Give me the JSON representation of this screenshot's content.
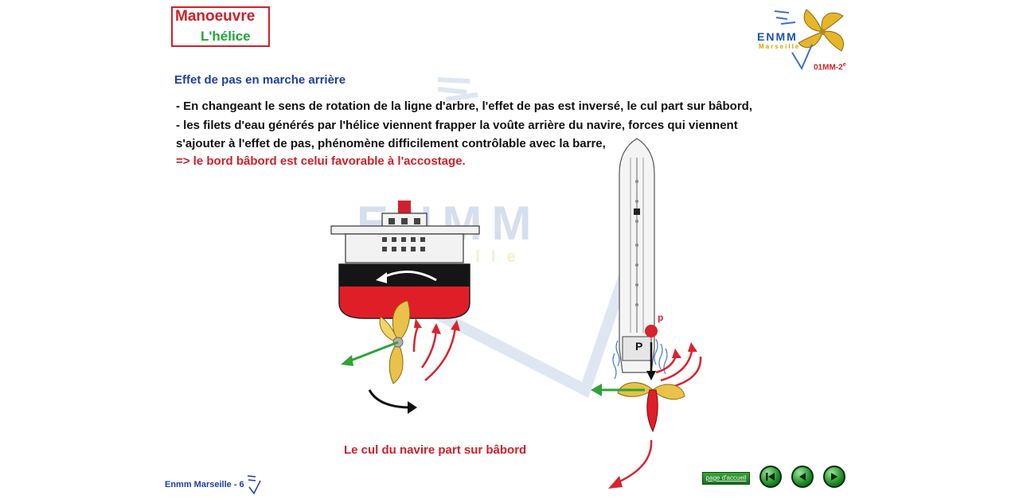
{
  "header": {
    "title": "Manoeuvre",
    "subtitle": "L'hélice",
    "logo_text": "ENMM",
    "logo_sub": "Marseille",
    "slide_code": "01MM-2",
    "slide_code_sup": "e"
  },
  "content": {
    "heading": "Effet de pas en marche arrière",
    "lines": [
      "- En changeant le sens de rotation de la ligne d'arbre, l'effet de pas est inversé, le cul part  sur bâbord,",
      "- les filets d'eau générés par l'hélice viennent frapper la voûte arrière du navire, forces qui viennent",
      "s'ajouter à l'effet de pas, phénomène difficilement contrôlable avec la barre,"
    ],
    "conclusion": "=> le bord bâbord est celui favorable à l'accostage.",
    "caption": "Le cul du navire part sur bâbord"
  },
  "diagram": {
    "watermark_text": "ENMM",
    "watermark_sub": "Marseille",
    "top_view_labels": [
      "p",
      "P"
    ]
  },
  "footer": {
    "label": "Enmm Marseille - 6",
    "home_button": "page d'accueil"
  },
  "nav": {
    "first": "first-page",
    "previous": "previous-page",
    "next": "next-page"
  },
  "colors": {
    "accent_red": "#d0202a",
    "title_green": "#1fa83a",
    "heading_blue": "#1f3f9f",
    "propeller_gold": "#e8c24a",
    "nav_green": "#1e8c25"
  }
}
